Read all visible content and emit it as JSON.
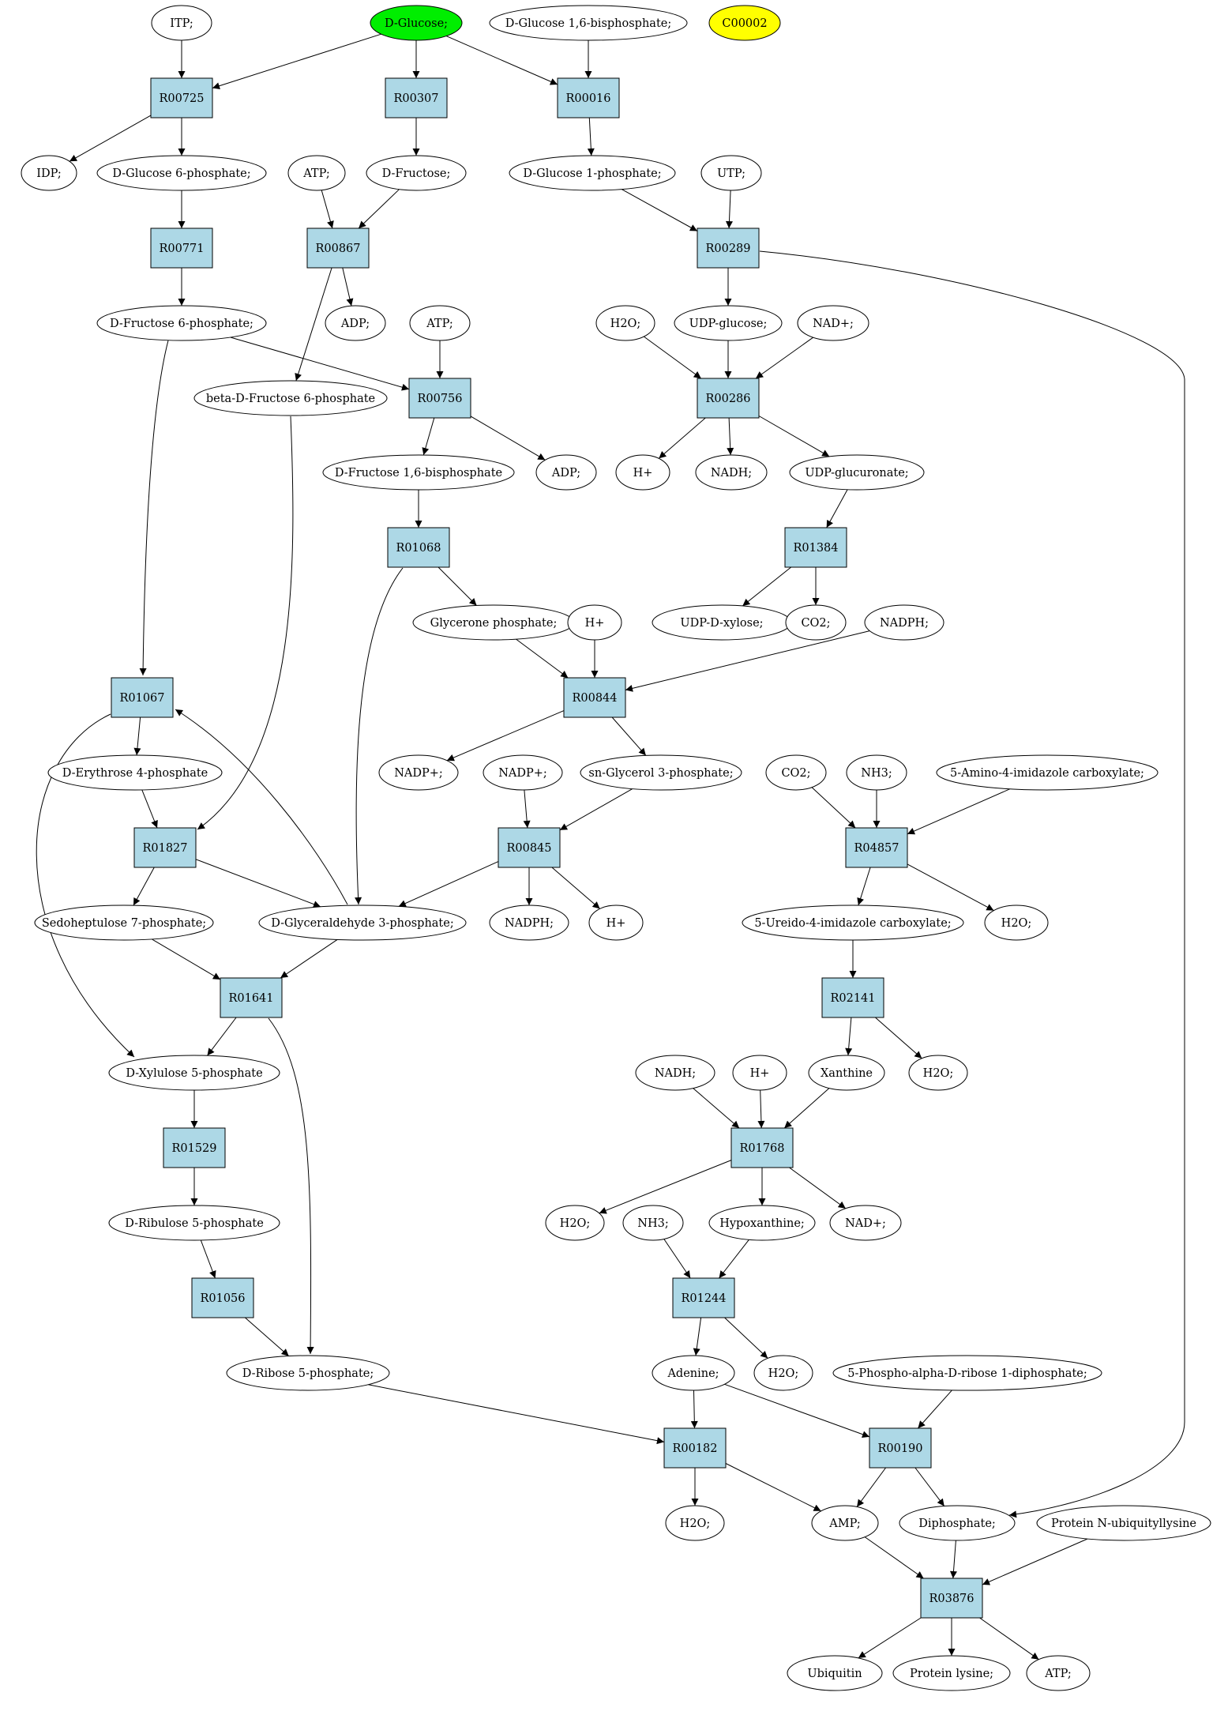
{
  "colors": {
    "reaction": "#add8e6",
    "highlight_start": "#00ee00",
    "highlight_other": "#ffff00",
    "stroke": "#000000",
    "compound": "#ffffff"
  },
  "compounds": {
    "c_itp": "ITP;",
    "c_glucose": "D-Glucose;",
    "c_g16bp": "D-Glucose 1,6-bisphosphate;",
    "c_c00002": "C00002",
    "c_idp": "IDP;",
    "c_g6p": "D-Glucose 6-phosphate;",
    "c_atp1": "ATP;",
    "c_fructose": "D-Fructose;",
    "c_g1p": "D-Glucose 1-phosphate;",
    "c_utp": "UTP;",
    "c_f6p": "D-Fructose 6-phosphate;",
    "c_adp1": "ADP;",
    "c_atp2": "ATP;",
    "c_h2o1": "H2O;",
    "c_udpglc": "UDP-glucose;",
    "c_nad1": "NAD+;",
    "c_bf6p": "beta-D-Fructose 6-phosphate",
    "c_f16bp": "D-Fructose 1,6-bisphosphate",
    "c_adp2": "ADP;",
    "c_hplus1": "H+",
    "c_nadh1": "NADH;",
    "c_udpglcur": "UDP-glucuronate;",
    "c_glyp": "Glycerone phosphate;",
    "c_hplus2": "H+",
    "c_udpxyl": "UDP-D-xylose;",
    "c_co2a": "CO2;",
    "c_nadph1": "NADPH;",
    "c_e4p": "D-Erythrose 4-phosphate",
    "c_nadp1": "NADP+;",
    "c_nadp2": "NADP+;",
    "c_sng3p": "sn-Glycerol 3-phosphate;",
    "c_co2b": "CO2;",
    "c_nh3a": "NH3;",
    "c_aica": "5-Amino-4-imidazole carboxylate;",
    "c_s7p": "Sedoheptulose 7-phosphate;",
    "c_ga3p": "D-Glyceraldehyde 3-phosphate;",
    "c_nadph2": "NADPH;",
    "c_hplus3": "H+",
    "c_ureido": "5-Ureido-4-imidazole carboxylate;",
    "c_h2o2": "H2O;",
    "c_x5p": "D-Xylulose 5-phosphate",
    "c_nadh2": "NADH;",
    "c_hplus4": "H+",
    "c_xanthine": "Xanthine",
    "c_h2o3": "H2O;",
    "c_ru5p": "D-Ribulose 5-phosphate",
    "c_h2o4": "H2O;",
    "c_nh3b": "NH3;",
    "c_hypox": "Hypoxanthine;",
    "c_nad2": "NAD+;",
    "c_r5p": "D-Ribose 5-phosphate;",
    "c_adenine": "Adenine;",
    "c_h2o5": "H2O;",
    "c_prpp": "5-Phospho-alpha-D-ribose 1-diphosphate;",
    "c_h2o6": "H2O;",
    "c_amp": "AMP;",
    "c_dip": "Diphosphate;",
    "c_protub": "Protein N-ubiquityllysine",
    "c_ubiq": "Ubiquitin",
    "c_protlys": "Protein lysine;",
    "c_atp3": "ATP;"
  },
  "reactions": {
    "r_r00725": "R00725",
    "r_r00307": "R00307",
    "r_r00016": "R00016",
    "r_r00771": "R00771",
    "r_r00867": "R00867",
    "r_r00289": "R00289",
    "r_r00756": "R00756",
    "r_r00286": "R00286",
    "r_r01068": "R01068",
    "r_r01384": "R01384",
    "r_r01067": "R01067",
    "r_r00844": "R00844",
    "r_r01827": "R01827",
    "r_r00845": "R00845",
    "r_r04857": "R04857",
    "r_r01641": "R01641",
    "r_r02141": "R02141",
    "r_r01529": "R01529",
    "r_r01768": "R01768",
    "r_r01056": "R01056",
    "r_r01244": "R01244",
    "r_r00182": "R00182",
    "r_r00190": "R00190",
    "r_r03876": "R03876"
  }
}
